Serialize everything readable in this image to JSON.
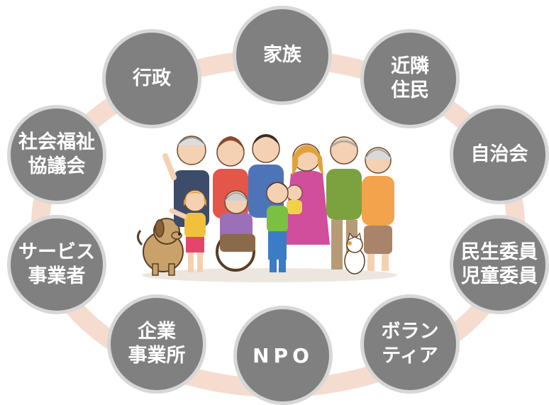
{
  "nodes": [
    {
      "id": "family",
      "label": "家族"
    },
    {
      "id": "neighbors",
      "label": "近隣\n住民"
    },
    {
      "id": "neighborhood-association",
      "label": "自治会"
    },
    {
      "id": "welfare-commissioners",
      "label": "民生委員\n児童委員"
    },
    {
      "id": "volunteers",
      "label": "ボラン\nティア"
    },
    {
      "id": "npo",
      "label": "NPO"
    },
    {
      "id": "companies",
      "label": "企業\n事業所"
    },
    {
      "id": "service-providers",
      "label": "サービス\n事業者"
    },
    {
      "id": "social-welfare-council",
      "label": "社会福祉\n協議会"
    },
    {
      "id": "government",
      "label": "行政"
    }
  ],
  "colors": {
    "node_fill": "#808080",
    "node_border": "#d7d7d7",
    "ring": "#f6dccf",
    "text": "#ffffff"
  },
  "illustration": {
    "icon": "multigenerational-family-illustration"
  }
}
